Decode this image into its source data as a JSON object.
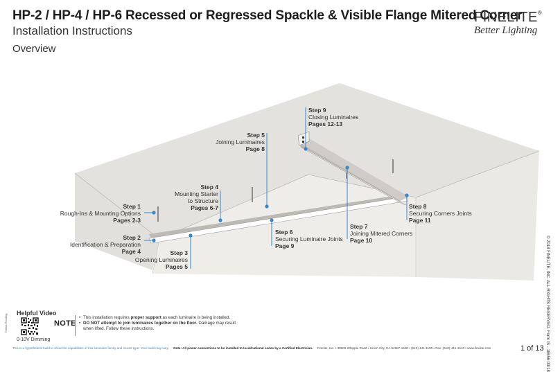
{
  "header": {
    "title": "HP-2 / HP-4 / HP-6 Recessed or Regressed Spackle & Visible Flange Mitered Corner",
    "subtitle": "Installation Instructions",
    "section": "Overview"
  },
  "logo": {
    "name": "FINELITE",
    "registered": "®",
    "tagline": "Better Lighting"
  },
  "steps": [
    {
      "step": "Step 1",
      "desc": "Rough-Ins & Mounting Options",
      "pages": "Pages 2-3"
    },
    {
      "step": "Step 2",
      "desc": "Identification & Preparation",
      "pages": "Page 4"
    },
    {
      "step": "Step 3",
      "desc": "Opening Luminaires",
      "pages": "Pages 5"
    },
    {
      "step": "Step 4",
      "desc": "Mounting Starter to Structure",
      "desc1": "Mounting Starter",
      "desc2": "to Structure",
      "pages": "Pages 6-7"
    },
    {
      "step": "Step 5",
      "desc": "Joining Luminaires",
      "pages": "Page 8"
    },
    {
      "step": "Step 6",
      "desc": "Securing Luminaire Joints",
      "pages": "Page 9"
    },
    {
      "step": "Step 7",
      "desc": "Joining Mitered Corners",
      "pages": "Page 10"
    },
    {
      "step": "Step 8",
      "desc": "Securing Corners Joints",
      "pages": "Page 11"
    },
    {
      "step": "Step 9",
      "desc": "Closing Luminaires",
      "pages": "Pages 12-13"
    }
  ],
  "helpful_video": {
    "title": "Helpful Video",
    "label": "0-10V Dimming"
  },
  "patent": "Patent Pending",
  "note": {
    "label": "NOTE",
    "item1_pre": "This installation requires ",
    "item1_bold": "proper support",
    "item1_post": " as each luminaire is being installed.",
    "item2_bold": "DO NOT attempt to join luminaires together on the floor.",
    "item2_post": " Damage may result when lifted. Follow these instructions."
  },
  "footer": {
    "disclaimer": "This is a hypothetical build to show the capabilities of this luminaire family and mount type. Your build may vary.",
    "power_note": "Note: All power connections to be installed to local/national codes by a Certified Electrician.",
    "company": "Finelite, Inc. • 30500 Whipple Road • Union City, CA 94587-1530 • (510) 441-1100 • Fax: (510) 441-1510 • www.finelite.com",
    "page": "1 of 13"
  },
  "copyright": "© 2018 FINELITE, INC. ALL RIGHTS RESERVED.   Form IS - 18656   03/18",
  "colors": {
    "accent": "#3a86c8",
    "ceiling": "#e3e1dd",
    "wall": "#ebe9e6",
    "title": "#1d1d1d"
  }
}
